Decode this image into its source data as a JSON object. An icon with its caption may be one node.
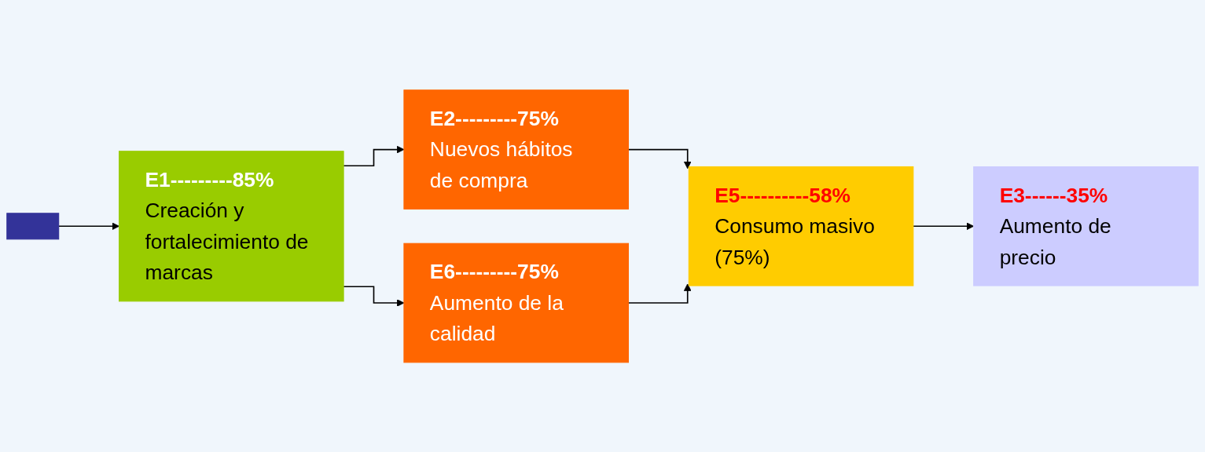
{
  "diagram": {
    "nodes": [
      {
        "text": [],
        "shape": "box"
      },
      {
        "text": [
          "E1---------85%",
          "Creación y fortalecimiento de marcas"
        ]
      },
      {
        "text": [
          "E2---------75%",
          "Nuevos hábitos de compra"
        ]
      },
      {
        "text": [
          "E6---------75%",
          "Aumento de la calidad"
        ]
      },
      {
        "text": [
          "E5----------58%",
          "Consumo masivo (75%)"
        ]
      },
      {
        "text": [
          "E3------35%",
          "Aumento de precio"
        ]
      }
    ],
    "edges": [
      {
        "from": 0,
        "to": 1,
        "arrow": "to"
      },
      {
        "from": 1,
        "to": 2,
        "arrow": "to"
      },
      {
        "from": 1,
        "to": 3,
        "arrow": "to"
      },
      {
        "from": 2,
        "to": 4,
        "arrow": "to"
      },
      {
        "from": 3,
        "to": 4,
        "arrow": "to"
      },
      {
        "from": 4,
        "to": 5,
        "arrow": "to"
      }
    ]
  }
}
